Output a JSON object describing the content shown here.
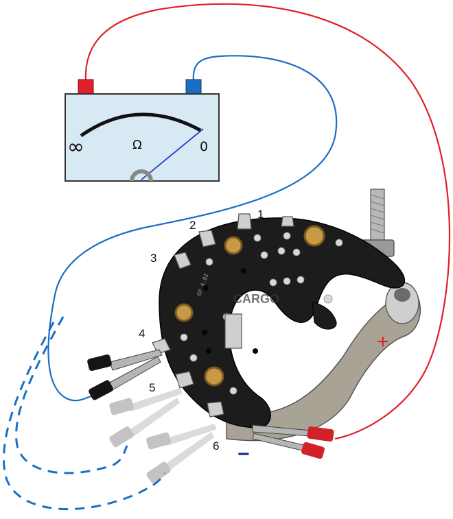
{
  "meter": {
    "infinity_symbol": "∞",
    "ohm_symbol": "Ω",
    "zero_label": "0",
    "body_color": "#d7e9f3",
    "red_terminal_color": "#e0202a",
    "blue_terminal_color": "#1a6fc4"
  },
  "terminals": [
    {
      "label": "1"
    },
    {
      "label": "2"
    },
    {
      "label": "3"
    },
    {
      "label": "4"
    },
    {
      "label": "5"
    },
    {
      "label": "6"
    }
  ],
  "polarity": {
    "plus": "+",
    "minus": "−",
    "plus_color": "#e0202a",
    "minus_color": "#1a2fa0"
  },
  "wires": {
    "red_color": "#e0202a",
    "blue_color": "#1a6fc4"
  },
  "board": {
    "chip_text": "OP 4.0Z",
    "board_color": "#1c1c1c",
    "watermark": "CARGO"
  }
}
